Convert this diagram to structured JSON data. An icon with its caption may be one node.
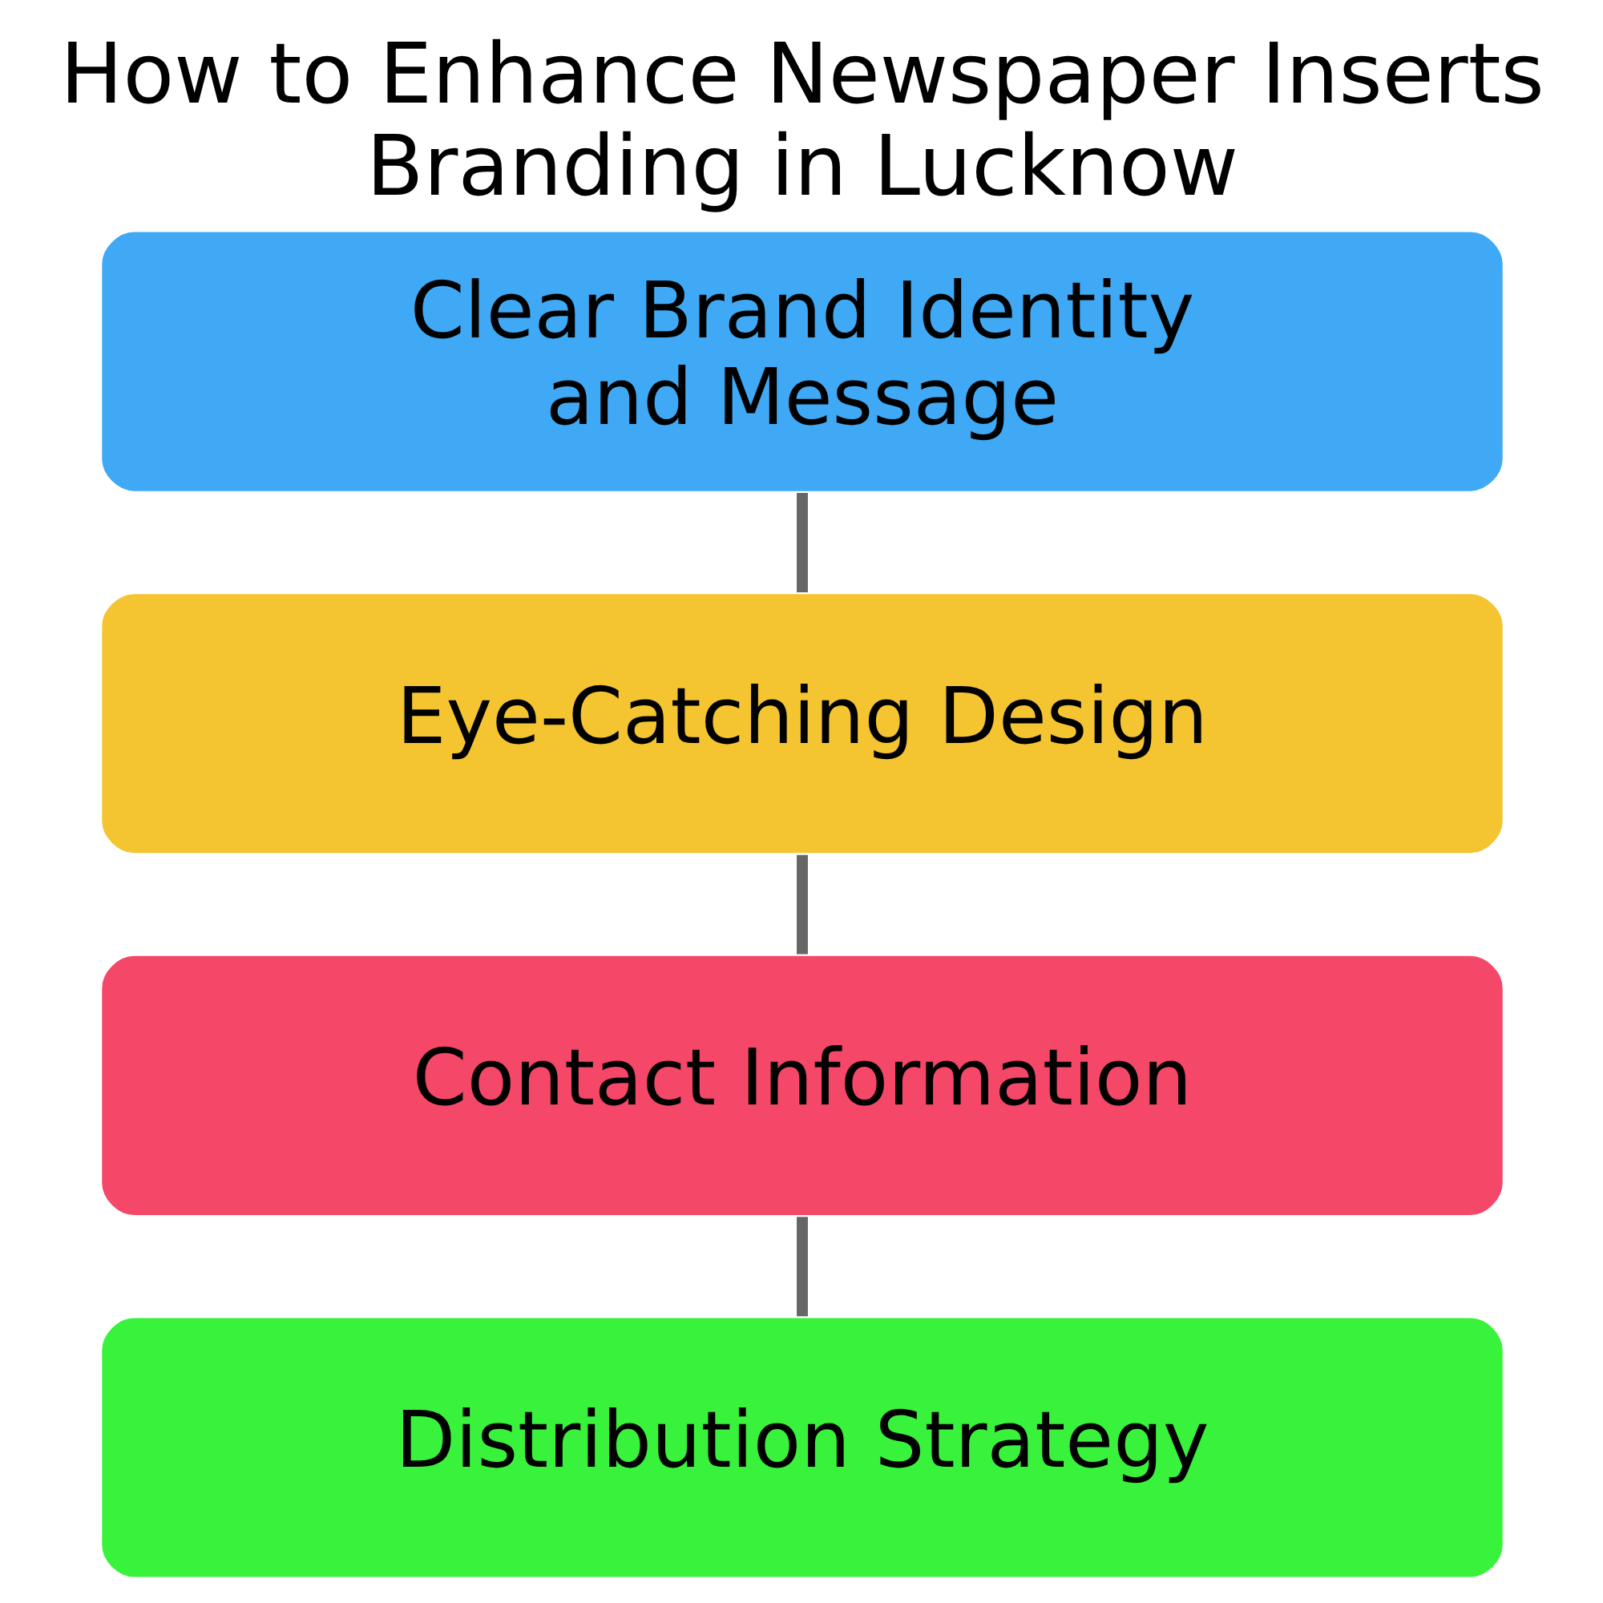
{
  "diagram": {
    "title": "How to Enhance Newspaper Inserts Branding in Lucknow",
    "nodes": [
      {
        "text": [
          "Clear Brand Identity and Message"
        ]
      },
      {
        "text": [
          "Eye-Catching Design"
        ]
      },
      {
        "text": [
          "Contact Information"
        ]
      },
      {
        "text": [
          "Distribution Strategy"
        ]
      }
    ],
    "edges": [
      {
        "from": 0,
        "to": 1,
        "arrow": "none"
      },
      {
        "from": 1,
        "to": 2,
        "arrow": "none"
      },
      {
        "from": 2,
        "to": 3,
        "arrow": "none"
      }
    ]
  }
}
